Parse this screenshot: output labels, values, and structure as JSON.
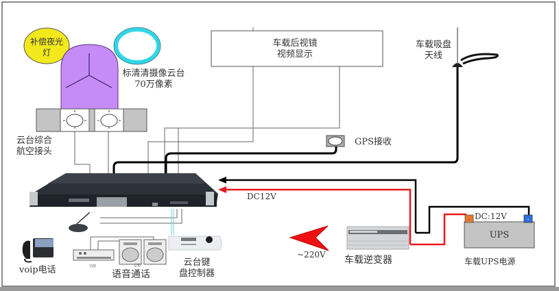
{
  "diagram": {
    "components": {
      "night_light": {
        "label_line1": "补偿夜光",
        "label_line2": "灯",
        "color": "#f3e81c"
      },
      "ring": {
        "color": "#33d6e6"
      },
      "ptz_camera": {
        "label_line1": "标清清摄像云台",
        "label_line2": "70万像素",
        "color": "#c58cf7"
      },
      "aviation_connector": {
        "label_line1": "云台综合",
        "label_line2": "航空接头"
      },
      "rearview_display": {
        "label_line1": "车载后视镜",
        "label_line2": "视频显示"
      },
      "gps": {
        "label": "GPS接收"
      },
      "antenna": {
        "label_line1": "车载吸盘",
        "label_line2": "天线"
      },
      "dvr_unit": {},
      "microphone": {},
      "voip_phone": {
        "label": "voip电话"
      },
      "voice_intercom": {
        "label": "语音通话",
        "amp_label": "功放",
        "speaker_label": "音箱"
      },
      "ptz_keyboard": {
        "label_line1": "云台键",
        "label_line2": "盘控制器"
      },
      "inverter": {
        "label": "车载逆变器",
        "output_label": "~220V"
      },
      "ups": {
        "box_label": "UPS",
        "terminal_label": "DC:12V",
        "caption": "车载UPS电源",
        "plus_color": "#e8782a",
        "minus_color": "#2f6fe0",
        "body_color": "#c4c4c4"
      }
    },
    "power": {
      "dc_label": "DC12V",
      "positive_wire_color": "#e8191c",
      "negative_wire_color": "#000000",
      "output_arrow_color": "#ee1111"
    }
  }
}
